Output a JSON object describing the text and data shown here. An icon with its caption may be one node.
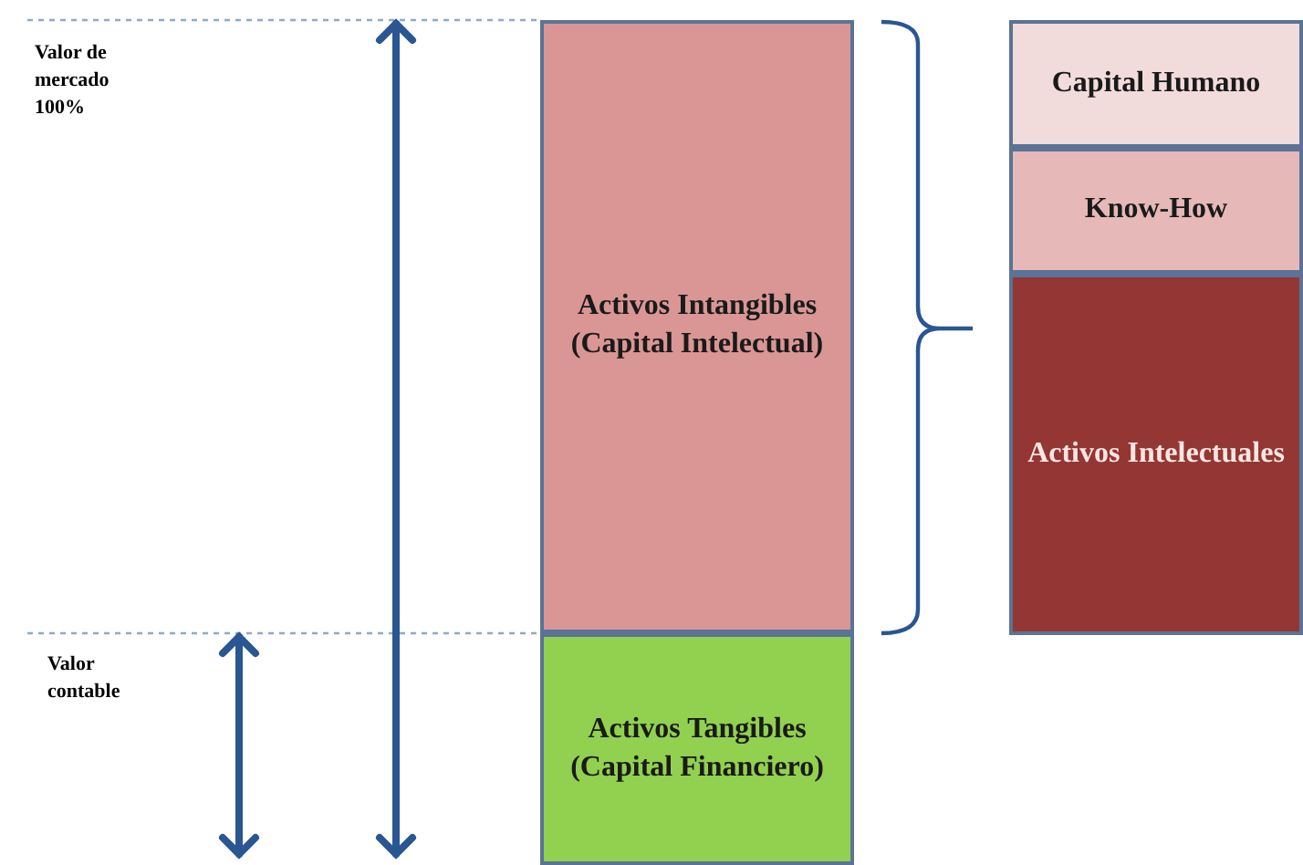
{
  "diagram": {
    "nodes": [
      {
        "text": [
          "Activos Intangibles (Capital Intelectual)"
        ]
      },
      {
        "text": [
          "Activos Tangibles (Capital Financiero)"
        ]
      },
      {
        "text": [
          "Capital Humano"
        ]
      },
      {
        "text": [
          "Know-How"
        ]
      },
      {
        "text": [
          "Activos Intelectuales"
        ]
      }
    ],
    "labels": [
      "Valor de mercado 100%",
      "Valor contable"
    ]
  }
}
